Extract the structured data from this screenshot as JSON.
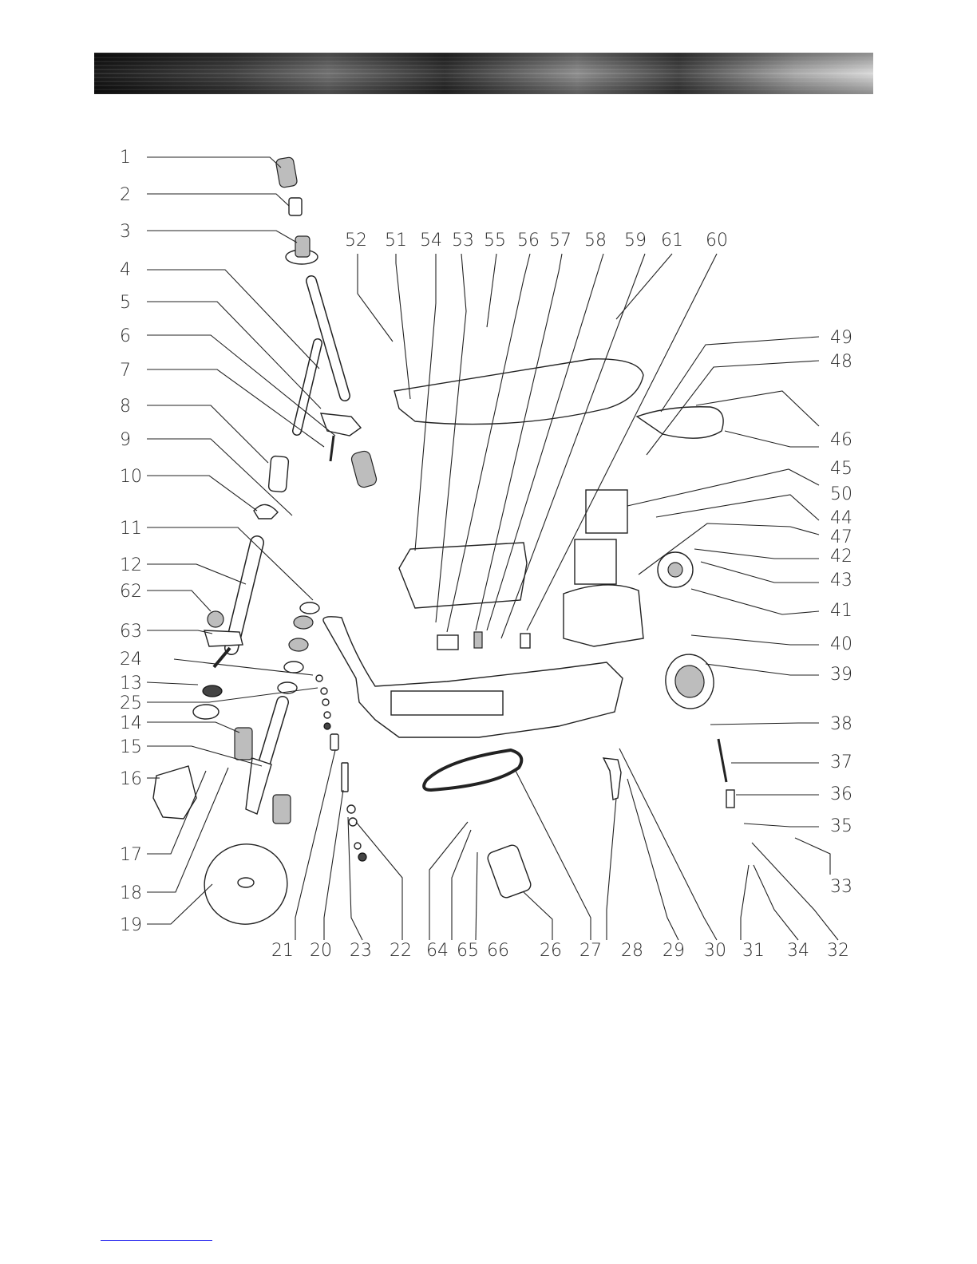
{
  "labels": {
    "left_column": [
      "1",
      "2",
      "3",
      "4",
      "5",
      "6",
      "7",
      "8",
      "9",
      "10",
      "11",
      "12",
      "62",
      "63",
      "24",
      "13",
      "25",
      "14",
      "15",
      "16",
      "17",
      "18",
      "19"
    ],
    "top_row": [
      "52",
      "51",
      "54",
      "53",
      "55",
      "56",
      "57",
      "58",
      "59",
      "61",
      "60"
    ],
    "right_column": [
      "49",
      "48",
      "46",
      "45",
      "50",
      "44",
      "47",
      "42",
      "43",
      "41",
      "40",
      "39",
      "38",
      "37",
      "36",
      "35",
      "33"
    ],
    "bottom_row": [
      "21",
      "20",
      "23",
      "22",
      "64",
      "65",
      "66",
      "26",
      "27",
      "28",
      "29",
      "30",
      "31",
      "34",
      "32"
    ]
  }
}
